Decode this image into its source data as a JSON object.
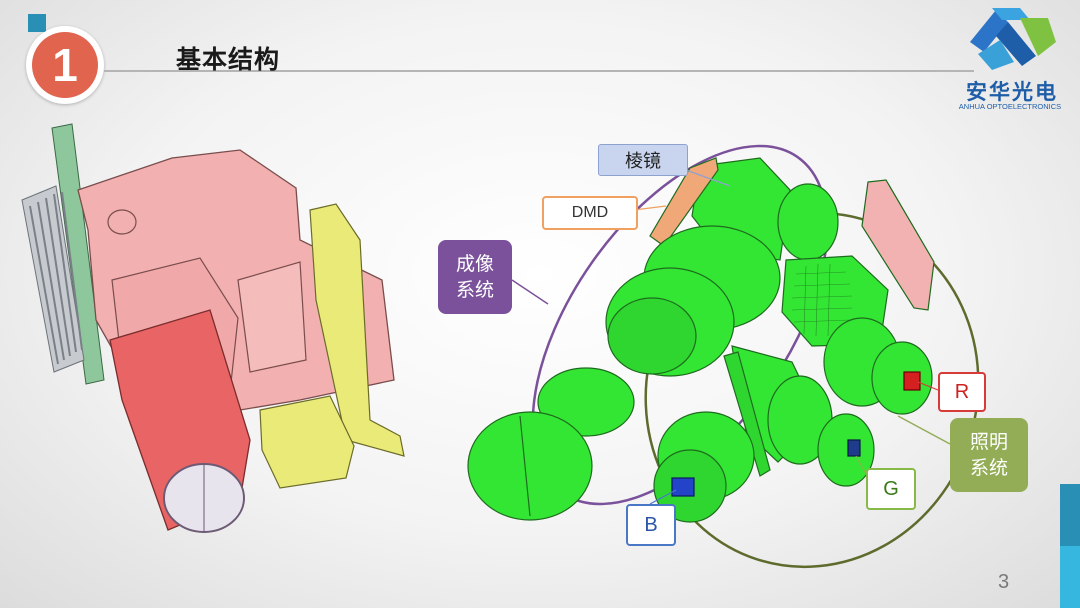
{
  "slide": {
    "number_badge": "1",
    "title": "基本结构",
    "page_number": "3"
  },
  "logo": {
    "cn": "安华光电",
    "en": "ANHUA OPTOELECTRONICS"
  },
  "labels": {
    "prism": "棱镜",
    "dmd": "DMD",
    "imaging": "成像\n系统",
    "illumination": "照明\n系统",
    "r": "R",
    "g": "G",
    "b": "B"
  },
  "colors": {
    "badge": "#e0644e",
    "accent": "#2a8fb4",
    "imaging_ellipse": "#7a519a",
    "illumination_ellipse": "#5d6b2d",
    "lens_green": "#2ee52e"
  }
}
